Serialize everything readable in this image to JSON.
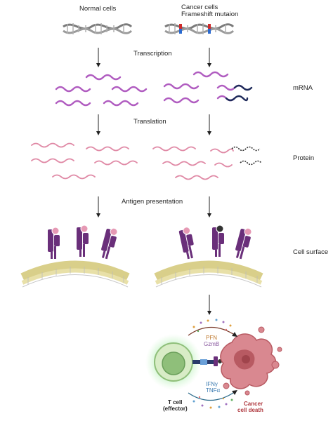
{
  "headers": {
    "normal": "Normal cells",
    "cancer_line1": "Cancer cells",
    "cancer_line2": "Frameshift mutaion"
  },
  "steps": {
    "transcription": "Transcription",
    "translation": "Translation",
    "antigen": "Antigen presentation"
  },
  "side_labels": {
    "mrna": "mRNA",
    "protein": "Protein",
    "cell_surface": "Cell surface"
  },
  "immune": {
    "pfn": "PFN",
    "gzmb": "GzmB",
    "ifng": "IFNγ",
    "tnfa": "TNFα",
    "tcell_line1": "T cell",
    "tcell_line2": "(effector)",
    "death_line1": "Cancer",
    "death_line2": "cell death"
  },
  "colors": {
    "mrna": "#b05cc0",
    "mrna_mutant": "#1e2a5a",
    "protein": "#e08aa6",
    "protein_mutant": "#333333",
    "mhc": "#6a2f7a",
    "cancer": "#c96a70",
    "tcell": "#8fbf7a",
    "mutation_red": "#d02a2a",
    "mutation_blue": "#2a6ad0"
  }
}
